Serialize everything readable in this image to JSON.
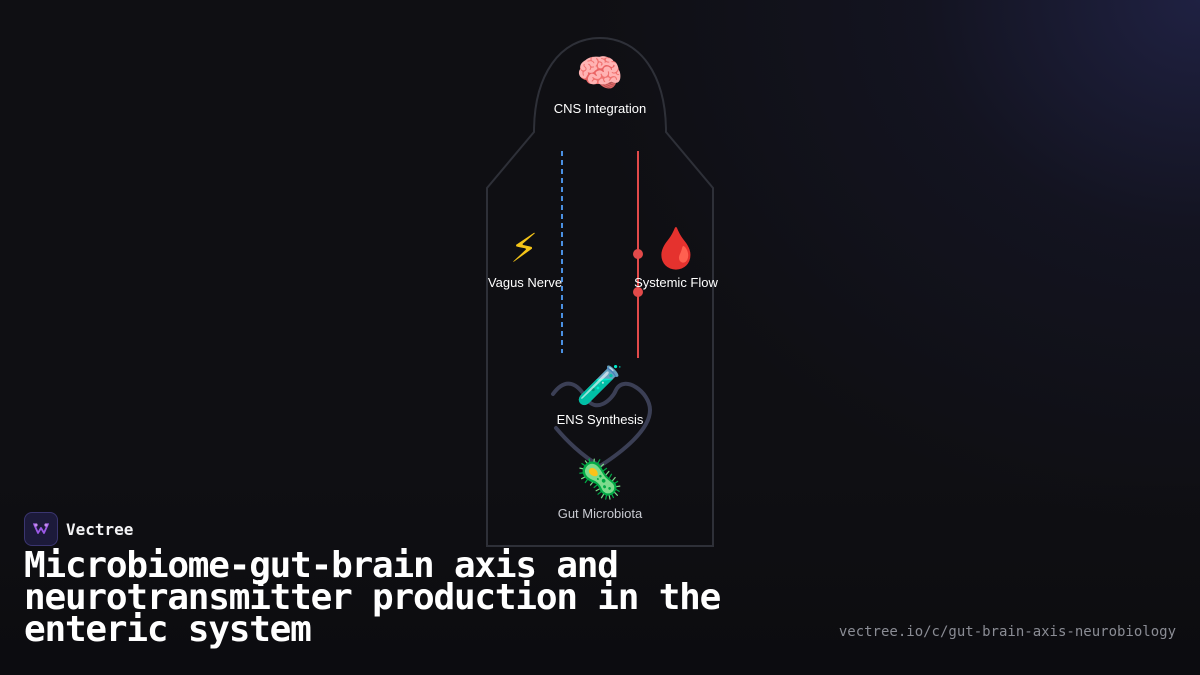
{
  "diagram": {
    "nodes": {
      "cns": {
        "icon": "brain-icon",
        "emoji": "🧠",
        "label": "CNS Integration"
      },
      "vagus": {
        "icon": "lightning-icon",
        "emoji": "⚡",
        "label": "Vagus Nerve"
      },
      "systemic": {
        "icon": "blood-drop-icon",
        "emoji": "🩸",
        "label": "Systemic Flow"
      },
      "ens": {
        "icon": "test-tube-icon",
        "emoji": "🧪",
        "label": "ENS Synthesis"
      },
      "microbiota": {
        "icon": "microbe-icon",
        "emoji": "🦠",
        "label": "Gut Microbiota"
      }
    },
    "colors": {
      "outline": "#2e3038",
      "vagus_line": "#4a90e2",
      "systemic_line": "#e24a4a",
      "gut_path": "#3b3f55"
    }
  },
  "brand": {
    "name": "Vectree",
    "logo_icon": "vectree-logo-icon",
    "accent": "#9b59e6"
  },
  "title": "Microbiome-gut-brain axis and neurotransmitter production in the enteric system",
  "url": "vectree.io/c/gut-brain-axis-neurobiology"
}
